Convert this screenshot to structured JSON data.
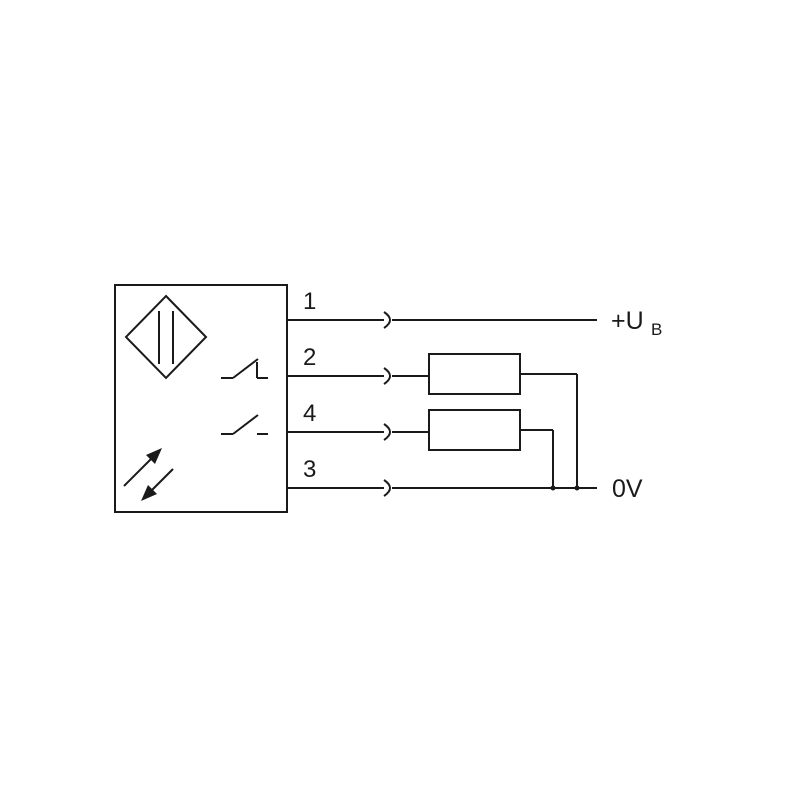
{
  "diagram": {
    "line_color": "#1a1a1a",
    "background": "#ffffff",
    "sensor_symbol": "photoelectric-sensor-icon",
    "pins": [
      {
        "id": "pin-1",
        "label": "1"
      },
      {
        "id": "pin-2",
        "label": "2"
      },
      {
        "id": "pin-4",
        "label": "4"
      },
      {
        "id": "pin-3",
        "label": "3"
      }
    ],
    "supply": {
      "label": "+U",
      "subscript": "B"
    },
    "ground": {
      "label": "0V"
    },
    "loads": [
      "load-resistor",
      "load-resistor"
    ]
  }
}
